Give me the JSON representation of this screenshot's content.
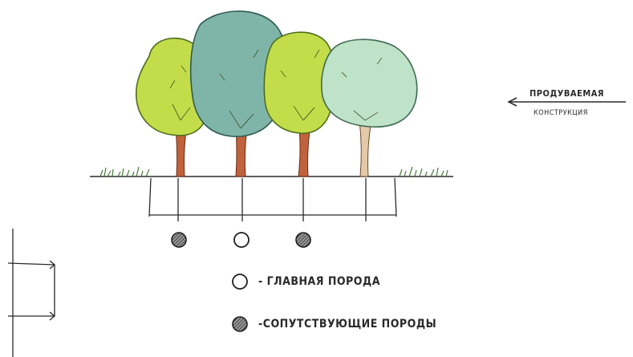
{
  "annotation": {
    "line1": "ПРОДУВАЕМАЯ",
    "line2": "КОНСТРУКЦИЯ"
  },
  "legend": {
    "main_species": "- ГЛАВНАЯ ПОРОДА",
    "companion_species": "-СОПУТСТВУЮЩИЕ ПОРОДЫ"
  },
  "colors": {
    "lime_crown": "#c3dd4a",
    "teal_crown": "#7fb5a9",
    "pale_crown": "#bfe3c8",
    "trunk": "#c0623b",
    "ink": "#2a2a2a",
    "grass": "#4a7a3a"
  }
}
